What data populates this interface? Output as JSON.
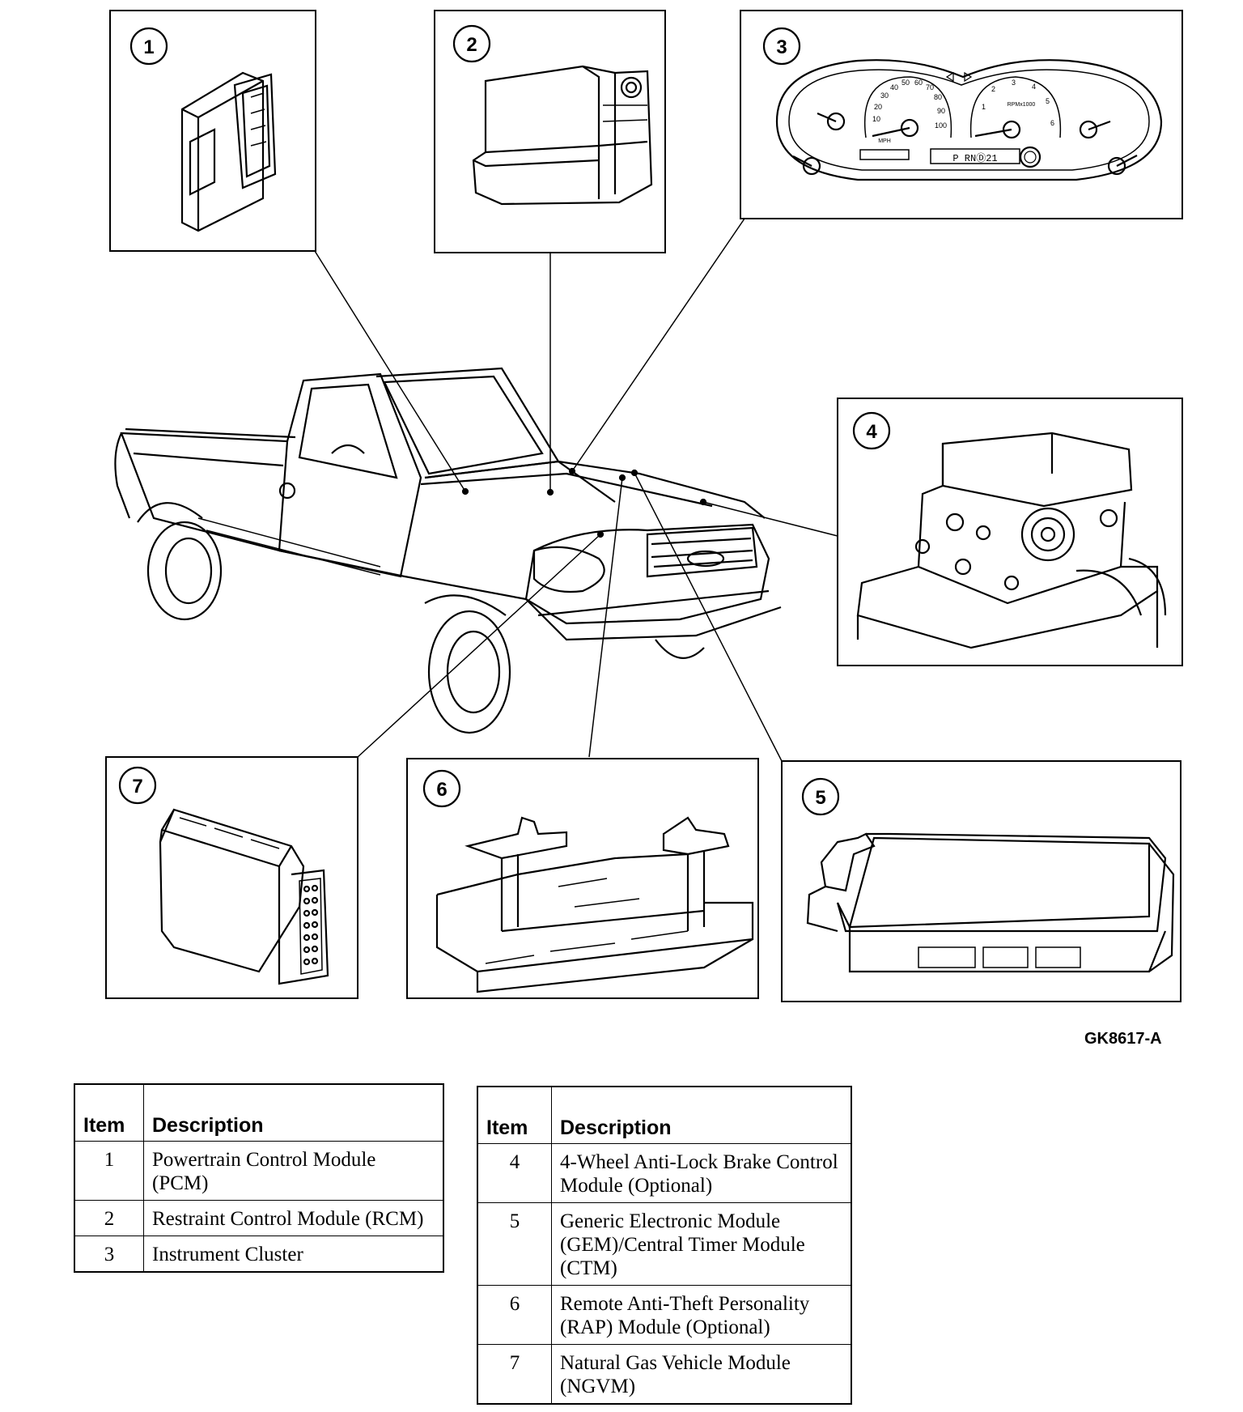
{
  "callouts": {
    "c1": "1",
    "c2": "2",
    "c3": "3",
    "c4": "4",
    "c5": "5",
    "c6": "6",
    "c7": "7"
  },
  "cluster": {
    "gear_display": "P RNⒹ21",
    "mph": "MPH",
    "rpm": "RPMx1000",
    "speed_ticks": [
      "10",
      "20",
      "30",
      "40",
      "50",
      "60",
      "70",
      "80",
      "90",
      "100"
    ],
    "rpm_ticks": [
      "1",
      "2",
      "3",
      "4",
      "5",
      "6"
    ]
  },
  "figure_code": "GK8617-A",
  "legend_left": {
    "header_item": "Item",
    "header_desc": "Description",
    "rows": [
      {
        "item": "1",
        "desc": "Powertrain Control Module (PCM)"
      },
      {
        "item": "2",
        "desc": "Restraint Control Module (RCM)"
      },
      {
        "item": "3",
        "desc": "Instrument Cluster"
      }
    ]
  },
  "legend_right": {
    "header_item": "Item",
    "header_desc": "Description",
    "rows": [
      {
        "item": "4",
        "desc": "4-Wheel Anti-Lock Brake Control Module (Optional)"
      },
      {
        "item": "5",
        "desc": "Generic Electronic Module (GEM)/Central Timer Module (CTM)"
      },
      {
        "item": "6",
        "desc": "Remote Anti-Theft Personality (RAP) Module (Optional)"
      },
      {
        "item": "7",
        "desc": "Natural Gas Vehicle Module (NGVM)"
      }
    ]
  }
}
